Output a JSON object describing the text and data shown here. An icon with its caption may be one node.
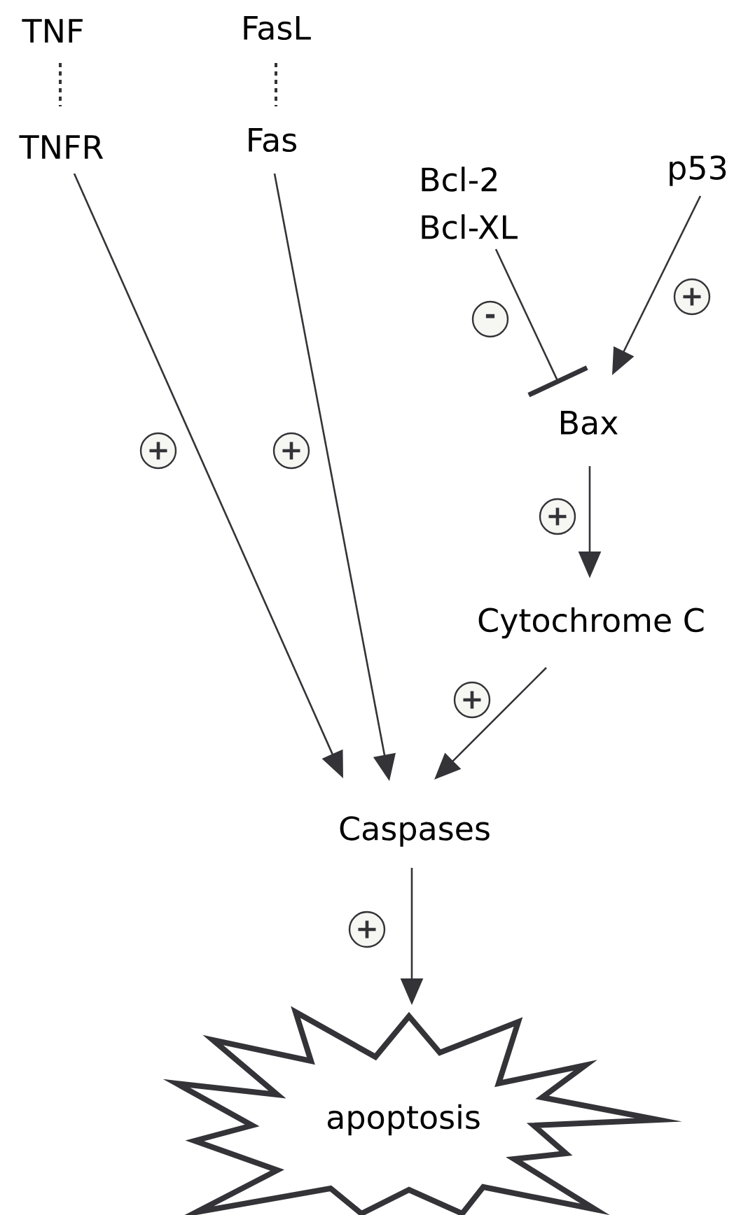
{
  "diagram": {
    "nodes": [
      {
        "text": [
          "TNF"
        ]
      },
      {
        "text": [
          "TNFR"
        ]
      },
      {
        "text": [
          "FasL"
        ]
      },
      {
        "text": [
          "Fas"
        ]
      },
      {
        "text": [
          "Bcl-2 Bcl-XL"
        ]
      },
      {
        "text": [
          "p53"
        ]
      },
      {
        "text": [
          "Bax"
        ]
      },
      {
        "text": [
          "Cytochrome C"
        ]
      },
      {
        "text": [
          "Caspases"
        ]
      },
      {
        "text": [
          "apoptosis"
        ]
      }
    ],
    "edges": [
      {
        "from": 0,
        "to": 1,
        "arrow": "none",
        "style": "dashed"
      },
      {
        "from": 2,
        "to": 3,
        "arrow": "none",
        "style": "dashed"
      },
      {
        "from": 1,
        "to": 8,
        "arrow": "to",
        "label": "+"
      },
      {
        "from": 3,
        "to": 8,
        "arrow": "to",
        "label": "+"
      },
      {
        "from": 4,
        "to": 6,
        "arrow": "other",
        "label": "-"
      },
      {
        "from": 5,
        "to": 6,
        "arrow": "to",
        "label": "+"
      },
      {
        "from": 6,
        "to": 7,
        "arrow": "to",
        "label": "+"
      },
      {
        "from": 7,
        "to": 8,
        "arrow": "to",
        "label": "+"
      },
      {
        "from": 8,
        "to": 9,
        "arrow": "to",
        "label": "+"
      }
    ]
  }
}
